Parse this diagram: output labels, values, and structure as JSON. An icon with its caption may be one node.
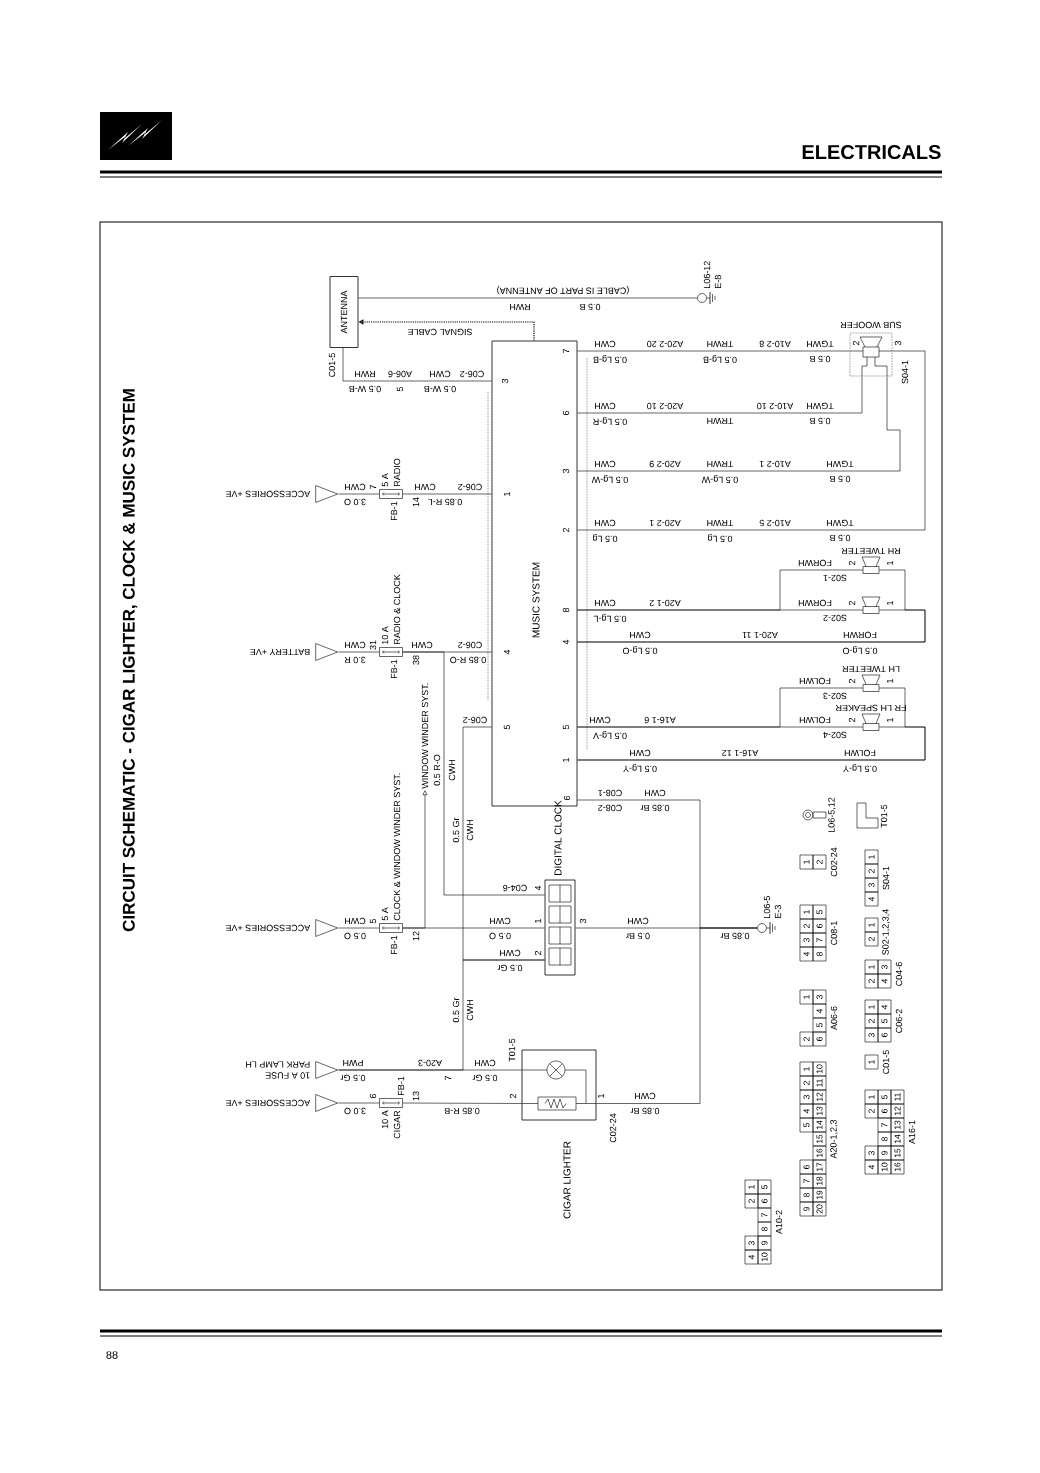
{
  "diagram": {
    "title": "CIRCUIT SCHEMATIC - CIGAR LIGHTER, CLOCK & MUSIC SYSTEM",
    "nodes": [
      {
        "text": [
          "ANTENNA"
        ]
      },
      {
        "text": [
          "MUSIC SYSTEM"
        ]
      },
      {
        "text": [
          "DIGITAL CLOCK"
        ]
      },
      {
        "text": [
          "CIGAR LIGHTER"
        ]
      },
      {
        "text": [
          "SUB WOOFER"
        ]
      },
      {
        "text": [
          "RH TWEETER"
        ]
      },
      {
        "text": [],
        "shape": "speaker"
      },
      {
        "text": [
          "LH TWEETER"
        ]
      },
      {
        "text": [
          "FR LH SPEAKER"
        ]
      },
      {
        "text": [
          "ACCESSORIES +VE"
        ]
      },
      {
        "text": [
          "BATTERY +VE"
        ]
      },
      {
        "text": [
          "ACCESSORIES +VE"
        ]
      },
      {
        "text": [
          "10 A FUSE",
          "PARK LAMP LH"
        ]
      },
      {
        "text": [
          "ACCESSORIES +VE"
        ]
      },
      {
        "text": [
          "5 A",
          "RADIO"
        ],
        "beside": [
          "FB-1"
        ]
      },
      {
        "text": [
          "10 A",
          "RADIO & CLOCK"
        ],
        "beside": [
          "FB-1"
        ]
      },
      {
        "text": [
          "5 A",
          "CLOCK & WINDOW WINDER SYST."
        ],
        "beside": [
          "FB-1"
        ]
      },
      {
        "text": [
          "10 A",
          "CIGAR"
        ],
        "beside": [
          "FB-1"
        ]
      },
      {
        "text": [
          "L06-12",
          "E-8"
        ]
      },
      {
        "text": [
          "L06-5",
          "E-3"
        ]
      },
      {
        "text": [
          "WINDOW WINDER SYST."
        ]
      },
      {
        "text": [
          "C08-1",
          "1",
          "2",
          "3",
          "4",
          "5",
          "6",
          "7",
          "8"
        ]
      },
      {
        "text": [
          "C02-24",
          "1",
          "2"
        ]
      },
      {
        "text": [
          "S04-1",
          "1",
          "2",
          "3",
          "4"
        ]
      },
      {
        "text": [
          "S02-1,2,3,4",
          "1",
          "2"
        ]
      },
      {
        "text": [
          "C04-6",
          "1",
          "2",
          "3",
          "4"
        ]
      },
      {
        "text": [
          "A06-6",
          "1",
          "2",
          "3",
          "4",
          "5",
          "6"
        ]
      },
      {
        "text": [
          "C06-2",
          "1",
          "2",
          "3",
          "4",
          "5",
          "6"
        ]
      },
      {
        "text": [
          "C01-5",
          "1"
        ]
      },
      {
        "text": [
          "A20-1,2,3",
          "1",
          "2",
          "3",
          "4",
          "5",
          "6",
          "7",
          "8",
          "9",
          "10",
          "11",
          "12",
          "13",
          "14",
          "15",
          "16",
          "17",
          "18",
          "19",
          "20"
        ]
      },
      {
        "text": [
          "A10-2",
          "1",
          "2",
          "3",
          "4",
          "5",
          "6",
          "7",
          "8",
          "9",
          "10"
        ]
      },
      {
        "text": [
          "A16-1",
          "1",
          "2",
          "3",
          "4",
          "5",
          "6",
          "7",
          "8",
          "9",
          "10",
          "11",
          "12",
          "13",
          "14",
          "15",
          "16"
        ]
      }
    ],
    "edges": [
      {
        "from": 0,
        "to": 18,
        "arrow": "none"
      },
      {
        "from": 1,
        "to": 0,
        "arrow": "to",
        "style": "dashed"
      },
      {
        "from": 0,
        "to": 1,
        "arrow": "none"
      },
      {
        "from": 9,
        "to": 14,
        "arrow": "none"
      },
      {
        "from": 14,
        "to": 1,
        "arrow": "none"
      },
      {
        "from": 10,
        "to": 15,
        "arrow": "none"
      },
      {
        "from": 15,
        "to": 1,
        "arrow": "none"
      },
      {
        "from": 11,
        "to": 16,
        "arrow": "none"
      },
      {
        "from": 16,
        "to": 2,
        "arrow": "none"
      },
      {
        "from": 15,
        "to": 2,
        "arrow": "none"
      },
      {
        "from": 16,
        "to": 20,
        "arrow": "to"
      },
      {
        "from": 1,
        "to": 2,
        "arrow": "none"
      },
      {
        "from": 12,
        "to": 3,
        "arrow": "none"
      },
      {
        "from": 12,
        "to": 2,
        "arrow": "none"
      },
      {
        "from": 13,
        "to": 17,
        "arrow": "none"
      },
      {
        "from": 17,
        "to": 3,
        "arrow": "none"
      },
      {
        "from": 2,
        "to": 19,
        "arrow": "none"
      },
      {
        "from": 1,
        "to": 19,
        "arrow": "none"
      },
      {
        "from": 3,
        "to": 19,
        "arrow": "none"
      },
      {
        "from": 1,
        "to": 4,
        "arrow": "none"
      },
      {
        "from": 1,
        "to": 4,
        "arrow": "none"
      },
      {
        "from": 1,
        "to": 4,
        "arrow": "none"
      },
      {
        "from": 1,
        "to": 4,
        "arrow": "none"
      },
      {
        "from": 1,
        "to": 5,
        "arrow": "none"
      },
      {
        "from": 1,
        "to": 6,
        "arrow": "none"
      },
      {
        "from": 1,
        "to": 5,
        "arrow": "none"
      },
      {
        "from": 1,
        "to": 6,
        "arrow": "none"
      },
      {
        "from": 1,
        "to": 7,
        "arrow": "none"
      },
      {
        "from": 1,
        "to": 8,
        "arrow": "none"
      },
      {
        "from": 1,
        "to": 7,
        "arrow": "none"
      },
      {
        "from": 1,
        "to": 8,
        "arrow": "none"
      }
    ],
    "labels": [
      "ELECTRICALS",
      "(CABLE IS PART OF ANTENNA)",
      "RWH",
      "0.5 B",
      "SIGNAL CABLE",
      "7",
      "CWH",
      "A20-2 20",
      "TRWH",
      "A10-2 8",
      "TGWH",
      "2",
      "3",
      "0.5 Lg-B",
      "0.5 Lg-B",
      "0.5 B",
      "C01-5",
      "S04-1",
      "RWH",
      "A06-6",
      "CWH",
      "C06-2",
      "3",
      "0.5 W-B",
      "5",
      "0.5 W-B",
      "CWH",
      "A20-2 10",
      "A10-2 10",
      "TGWH",
      "6",
      "0.5 Lg-R",
      "TRWH",
      "0.5 B",
      "CWH",
      "A20-2 9",
      "TRWH",
      "A10-2 1",
      "TGWH",
      "3",
      "0.5 Lg-W",
      "0.5 Lg-W",
      "0.5 B",
      "CWH",
      "7",
      "CWH",
      "C06-2",
      "1",
      "3.0 O",
      "14",
      "0.85 R-L",
      "CWH",
      "A20-2 1",
      "TRWH",
      "A10-2 5",
      "TGWH",
      "2",
      "0.5 Lg",
      "0.5 Lg",
      "0.5 B",
      "FORWH",
      "2",
      "1",
      "S02-1",
      "CWH",
      "A20-1 2",
      "FORWH",
      "2",
      "1",
      "8",
      "0.5 Lg-L",
      "S02-2",
      "CWH",
      "A20-1 11",
      "FORWH",
      "4",
      "0.5 Lg-O",
      "0.5 Lg-O",
      "CWH",
      "31",
      "CWH",
      "C06-2",
      "4",
      "3.0 R",
      "38",
      "0.85 R-O",
      "FOLWH",
      "2",
      "1",
      "S02-3",
      "C06-2",
      "CWH",
      "A16-1 6",
      "FOLWH",
      "2",
      "1",
      "5",
      "5",
      "0.5 Lg-V",
      "S02-4",
      "CWH",
      "A16-1 12",
      "FOLWH",
      "1",
      "0.5 Lg-Y",
      "0.5 Lg-Y",
      "0.5 R-O",
      "CWH",
      "C08-1",
      "CWH",
      "6",
      "C08-2",
      "0.85 Br",
      "0.5 Gr",
      "CWH",
      "C04-6",
      "4",
      "CWH",
      "5",
      "CWH",
      "1",
      "3",
      "CWH",
      "0.5 O",
      "12",
      "0.5 O",
      "0.5 Br",
      "0.85 Br",
      "CWH",
      "2",
      "0.5 Gr",
      "0.5 Gr",
      "CWH",
      "T01-5",
      "PWH",
      "A20-3",
      "CWH",
      "0.5 Gr",
      "7",
      "0.5 Gr",
      "6",
      "13",
      "2",
      "1",
      "CWH",
      "3.0 O",
      "0.85 R-B",
      "0.85 Br",
      "C02-24",
      "L06-5,12",
      "T01-5",
      "88"
    ]
  }
}
